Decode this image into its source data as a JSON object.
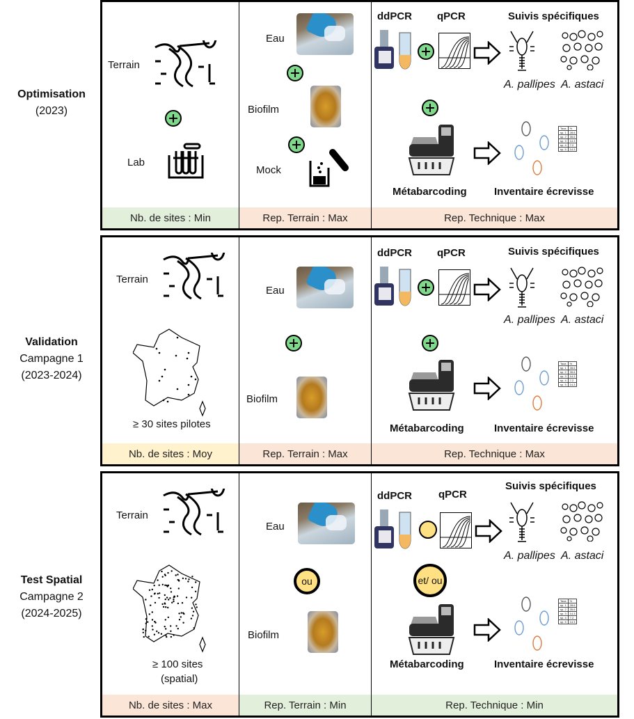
{
  "phases": [
    {
      "name": "Optimisation",
      "sub": "",
      "years": "(2023)",
      "site_col": {
        "terrain_label": "Terrain",
        "lab_label": "Lab",
        "footer": "Nb. de sites : Min",
        "footer_level": "green"
      },
      "sample_col": {
        "eau_label": "Eau",
        "biofilm_label": "Biofilm",
        "mock_label": "Mock",
        "footer": "Rep. Terrain : Max",
        "footer_level": "orange"
      },
      "tech_col": {
        "ddpcr": "ddPCR",
        "qpcr": "qPCR",
        "suivis": "Suivis spécifiques",
        "sp1": "A. pallipes",
        "sp2": "A. astaci",
        "metabarcoding": "Métabarcoding",
        "inventaire": "Inventaire écrevisse",
        "connector": "plus",
        "footer": "Rep. Technique : Max",
        "footer_level": "orange"
      }
    },
    {
      "name": "Validation",
      "sub": "Campagne 1",
      "years": "(2023-2024)",
      "site_col": {
        "terrain_label": "Terrain",
        "map_caption": "≥ 30 sites pilotes",
        "footer": "Nb. de sites : Moy",
        "footer_level": "yellow"
      },
      "sample_col": {
        "eau_label": "Eau",
        "biofilm_label": "Biofilm",
        "connector": "plus",
        "footer": "Rep. Terrain : Max",
        "footer_level": "orange"
      },
      "tech_col": {
        "ddpcr": "ddPCR",
        "qpcr": "qPCR",
        "suivis": "Suivis spécifiques",
        "sp1": "A. pallipes",
        "sp2": "A. astaci",
        "metabarcoding": "Métabarcoding",
        "inventaire": "Inventaire écrevisse",
        "connector": "plus",
        "footer": "Rep. Technique : Max",
        "footer_level": "orange"
      }
    },
    {
      "name": "Test Spatial",
      "sub": "Campagne 2",
      "years": "(2024-2025)",
      "site_col": {
        "terrain_label": "Terrain",
        "map_caption": "≥ 100 sites",
        "map_caption2": "(spatial)",
        "footer": "Nb. de sites : Max",
        "footer_level": "orange"
      },
      "sample_col": {
        "eau_label": "Eau",
        "biofilm_label": "Biofilm",
        "connector_text": "ou",
        "footer": "Rep. Terrain : Min",
        "footer_level": "green"
      },
      "tech_col": {
        "ddpcr": "ddPCR",
        "qpcr": "qPCR",
        "suivis": "Suivis spécifiques",
        "sp1": "A. pallipes",
        "sp2": "A. astaci",
        "metabarcoding": "Métabarcoding",
        "inventaire": "Inventaire écrevisse",
        "connector_text": "et/ ou",
        "footer": "Rep. Technique : Min",
        "footer_level": "green"
      }
    }
  ],
  "taxa_table": {
    "headers": [
      "Taxa",
      "%"
    ],
    "rows": [
      [
        "sp. 1",
        "28.6"
      ],
      [
        "sp. 2",
        "35.6"
      ],
      [
        "sp. 3",
        "14.3"
      ],
      [
        "sp. 4",
        "7.2"
      ],
      [
        "sp. 5",
        "14.3"
      ]
    ]
  },
  "colors": {
    "green": "#e2efda",
    "orange": "#fbe5d6",
    "yellow": "#fff2cc",
    "plus_green": "#7fd98a",
    "or_yellow": "#ffe083"
  }
}
